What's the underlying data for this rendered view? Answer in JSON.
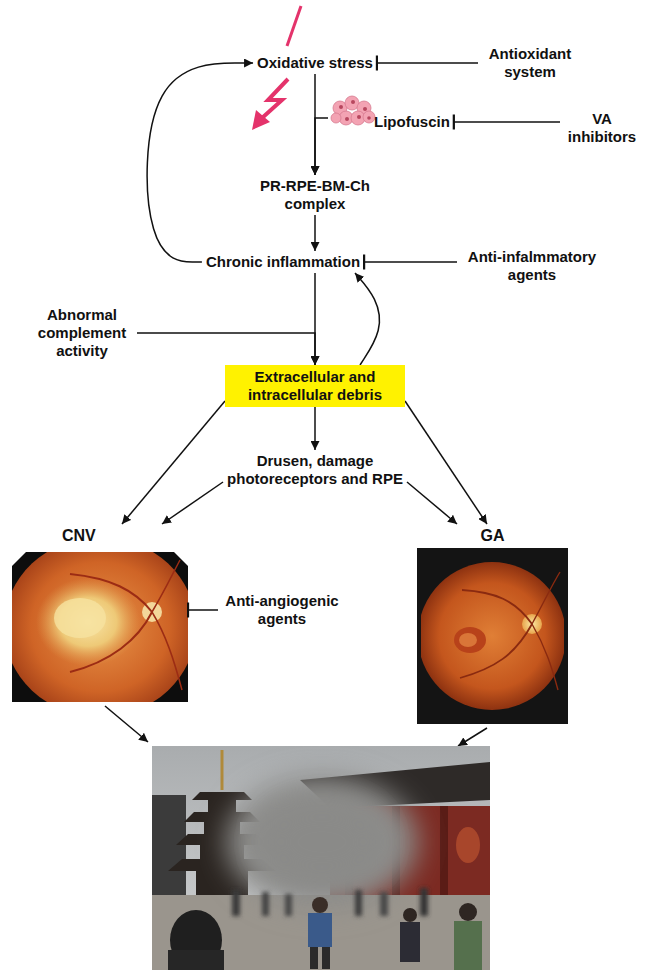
{
  "diagram": {
    "nodes": [
      {
        "text": [
          "Oxidative stress"
        ]
      },
      {
        "text": [
          "Antioxidant system"
        ]
      },
      {
        "text": [
          "Lipofuscin"
        ]
      },
      {
        "text": [
          "VA inhibitors"
        ]
      },
      {
        "text": [
          "PR-RPE-BM-Ch complex"
        ]
      },
      {
        "text": [
          "Chronic inflammation"
        ]
      },
      {
        "text": [
          "Anti-infalmmatory agents"
        ]
      },
      {
        "text": [
          "Abnormal complement activity"
        ]
      },
      {
        "text": [
          "Extracellular and intracellular debris"
        ]
      },
      {
        "text": [
          "Drusen, damage photoreceptors and RPE"
        ]
      },
      {
        "text": [
          "CNV"
        ]
      },
      {
        "text": [
          "GA"
        ]
      },
      {
        "text": [
          "Anti-angiogenic agents"
        ]
      }
    ],
    "edges": [
      {
        "from": 1,
        "to": 0,
        "arrow": "to"
      },
      {
        "from": 3,
        "to": 2,
        "arrow": "to"
      },
      {
        "from": 0,
        "to": 4,
        "arrow": "to"
      },
      {
        "from": 2,
        "to": 4,
        "arrow": "to"
      },
      {
        "from": 4,
        "to": 5,
        "arrow": "to"
      },
      {
        "from": 5,
        "to": 0,
        "arrow": "to"
      },
      {
        "from": 6,
        "to": 5,
        "arrow": "to"
      },
      {
        "from": 5,
        "to": 8,
        "arrow": "to"
      },
      {
        "from": 7,
        "to": 8,
        "arrow": "to"
      },
      {
        "from": 8,
        "to": 5,
        "arrow": "to"
      },
      {
        "from": 8,
        "to": 9,
        "arrow": "to"
      },
      {
        "from": 8,
        "to": 10,
        "arrow": "to"
      },
      {
        "from": 8,
        "to": 11,
        "arrow": "to"
      },
      {
        "from": 9,
        "to": 10,
        "arrow": "to"
      },
      {
        "from": 9,
        "to": 11,
        "arrow": "to"
      },
      {
        "from": 12,
        "to": 10,
        "arrow": "to"
      }
    ]
  }
}
